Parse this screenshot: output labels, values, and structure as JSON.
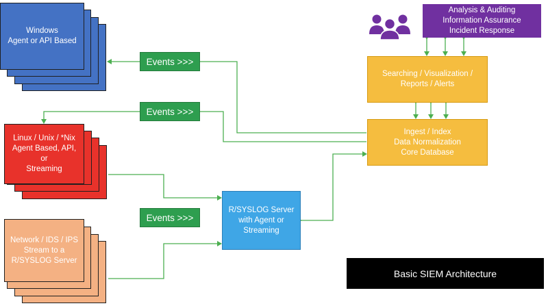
{
  "sources": {
    "windows": {
      "label": "Windows\nAgent or API Based",
      "color": "#4472c4"
    },
    "linux": {
      "label": "Linux / Unix / *Nix\nAgent Based, API,\nor\nStreaming",
      "color": "#e8322b"
    },
    "network": {
      "label": "Network / IDS / IPS\nStream to a\nR/SYSLOG Server",
      "color": "#f4b183"
    }
  },
  "event_tags": [
    "Events >>>",
    "Events >>>",
    "Events >>>"
  ],
  "syslog_server": {
    "label": "R/SYSLOG Server\nwith Agent or\nStreaming",
    "color": "#3fa6e6"
  },
  "ingest": {
    "label": "Ingest / Index\nData Normalization\nCore Database",
    "color": "#f5bd3f"
  },
  "search": {
    "label": "Searching / Visualization /\nReports / Alerts",
    "color": "#f5bd3f"
  },
  "analysis": {
    "label": "Analysis & Auditing\nInformation Assurance\nIncident Response",
    "color": "#7030a0"
  },
  "users_icon": "users-group-icon",
  "caption": "Basic SIEM Architecture",
  "connector_color": "#4caf50"
}
